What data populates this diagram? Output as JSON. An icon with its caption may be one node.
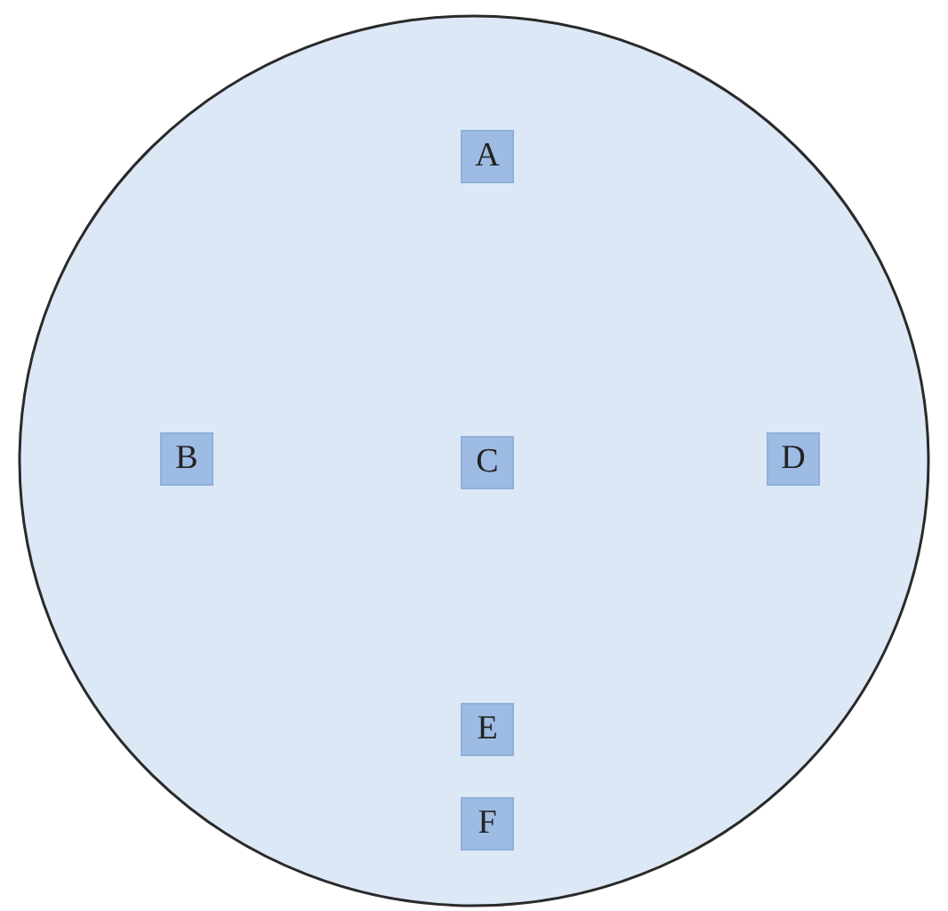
{
  "diagram": {
    "nodes": [
      {
        "text": [],
        "shape": "circle"
      },
      {
        "text": [
          "A"
        ],
        "in": 0
      },
      {
        "text": [
          "B"
        ],
        "in": 0
      },
      {
        "text": [
          "C"
        ],
        "in": 0
      },
      {
        "text": [
          "D"
        ],
        "in": 0
      },
      {
        "text": [
          "E"
        ],
        "in": 0
      },
      {
        "text": [
          "F"
        ],
        "in": 0
      }
    ]
  }
}
